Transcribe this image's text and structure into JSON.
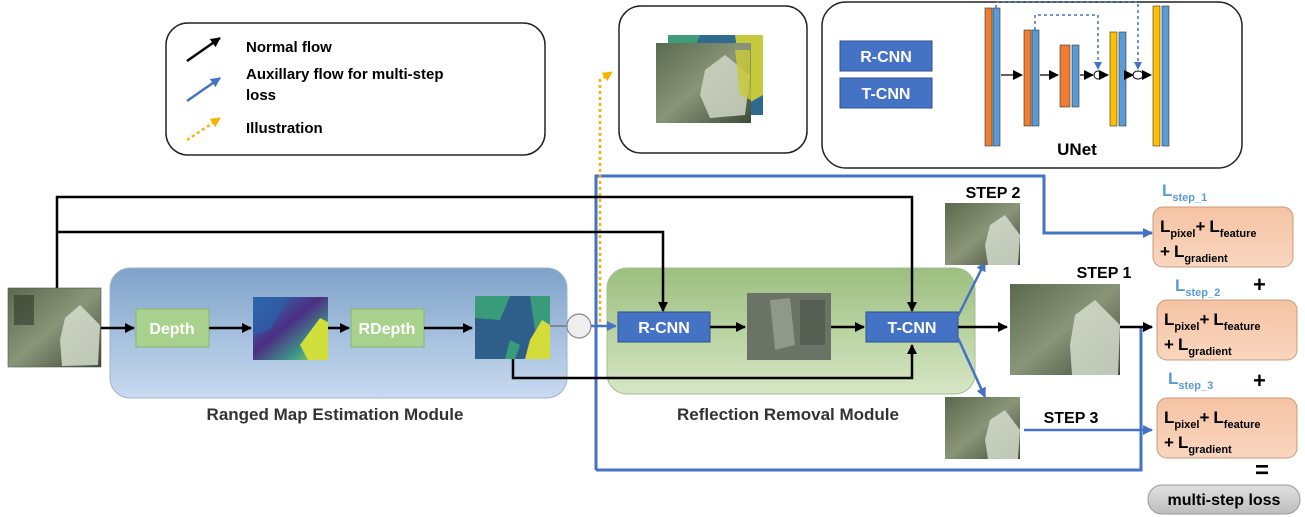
{
  "legend": {
    "normal": "Normal flow",
    "aux_line1": "Auxillary flow for multi-step",
    "aux_line2": "loss",
    "illustration": "Illustration"
  },
  "modules": {
    "ranged": "Ranged Map Estimation Module",
    "reflection": "Reflection Removal Module"
  },
  "blocks": {
    "depth": "Depth",
    "rdepth": "RDepth",
    "rcnn": "R-CNN",
    "tcnn": "T-CNN"
  },
  "networks": {
    "rcnn": "R-CNN",
    "tcnn": "T-CNN",
    "unet": "UNet"
  },
  "steps": {
    "step1": "STEP 1",
    "step2": "STEP 2",
    "step3": "STEP 3"
  },
  "losses": {
    "L": "L",
    "step1_sub": "step_1",
    "step2_sub": "step_2",
    "step3_sub": "step_3",
    "pixel": "pixel",
    "feature": "feature",
    "gradient": "gradient",
    "plus": "+",
    "equals": "=",
    "total": "multi-step loss"
  },
  "colors": {
    "black_arrow": "#000000",
    "blue_arrow": "#4472c4",
    "yellow_arrow": "#f4b400",
    "cnn_block": "#4472c4",
    "depth_block": "#a9d18e",
    "loss_box": "#f8cbad",
    "loss_sub_text": "#5b9bd5",
    "unet_orange": "#ed7d31",
    "unet_blue": "#5b9bd5",
    "unet_yellow": "#ffc000"
  }
}
